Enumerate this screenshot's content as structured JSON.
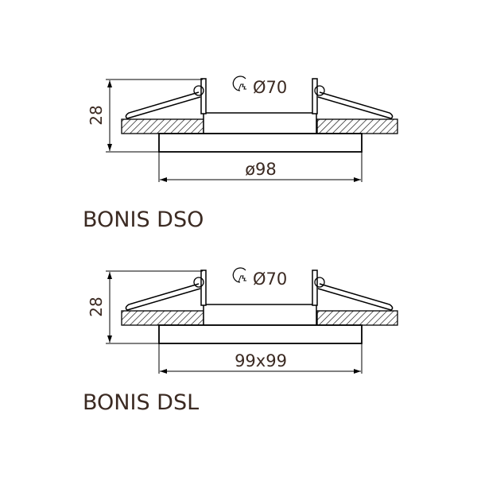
{
  "drawings": [
    {
      "name": "BONIS DSO",
      "height_dim": "28",
      "cutout_dim": "Ø70",
      "outer_dim": "ø98"
    },
    {
      "name": "BONIS DSL",
      "height_dim": "28",
      "cutout_dim": "Ø70",
      "outer_dim": "99x99"
    }
  ],
  "colors": {
    "line": "#000000",
    "text": "#3b2a22"
  }
}
